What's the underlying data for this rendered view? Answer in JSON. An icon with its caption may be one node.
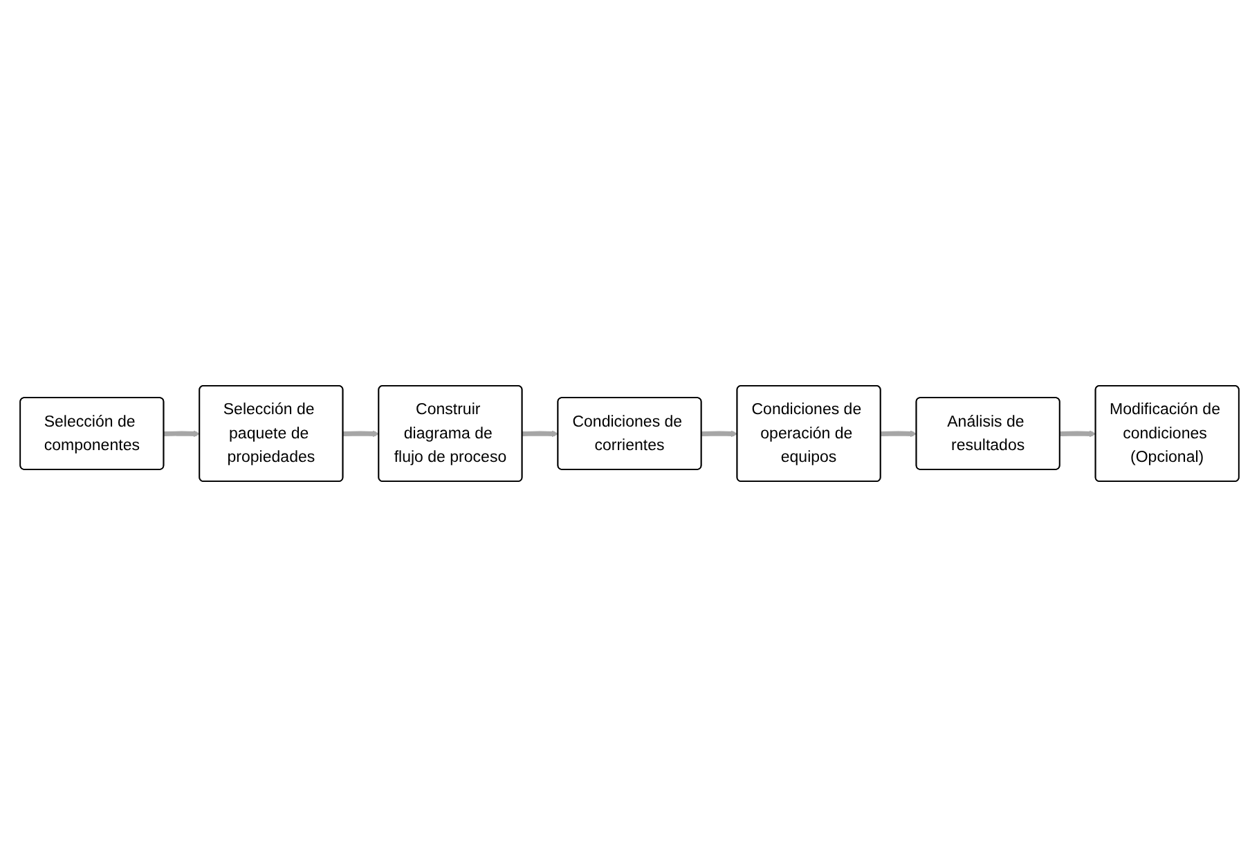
{
  "diagram": {
    "nodes": [
      {
        "text": [
          "Selección de componentes"
        ]
      },
      {
        "text": [
          "Selección de paquete de propiedades"
        ]
      },
      {
        "text": [
          "Construir diagrama de flujo de proceso"
        ]
      },
      {
        "text": [
          "Condiciones de corrientes"
        ]
      },
      {
        "text": [
          "Condiciones de operación de equipos"
        ]
      },
      {
        "text": [
          "Análisis de resultados"
        ]
      },
      {
        "text": [
          "Modificación de condiciones (Opcional)"
        ]
      }
    ],
    "edges": [
      {
        "from": 0,
        "to": 1,
        "arrow": "to"
      },
      {
        "from": 1,
        "to": 2,
        "arrow": "to"
      },
      {
        "from": 2,
        "to": 3,
        "arrow": "to"
      },
      {
        "from": 3,
        "to": 4,
        "arrow": "to"
      },
      {
        "from": 4,
        "to": 5,
        "arrow": "to"
      },
      {
        "from": 5,
        "to": 6,
        "arrow": "to"
      }
    ]
  }
}
